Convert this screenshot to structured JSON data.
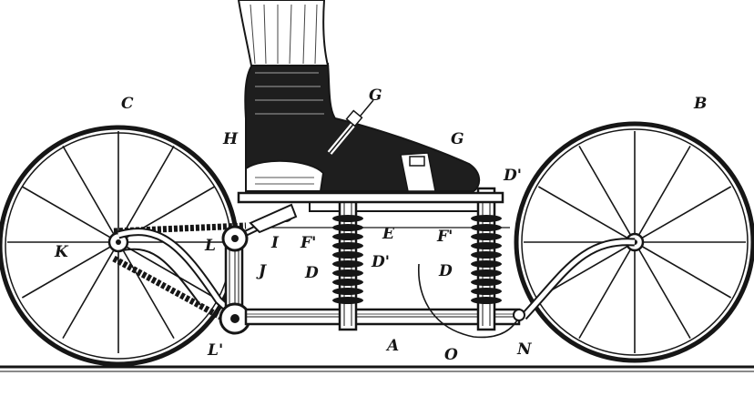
{
  "figure": {
    "labels": {
      "A": "A",
      "B": "B",
      "C": "C",
      "D_left": "D",
      "D_right": "D",
      "D_prime": "D'",
      "D_prime_top": "D'",
      "E": "E",
      "F_left": "F'",
      "F_right": "F'",
      "G_upper": "G",
      "G_lower": "G",
      "H": "H",
      "I": "I",
      "J": "J",
      "K": "K",
      "L": "L",
      "L_prime": "L'",
      "N": "N",
      "O": "O"
    },
    "colors": {
      "ink": "#161616",
      "paper": "#ffffff",
      "shoe": "#1e1e1e"
    },
    "spokes_per_wheel": 12
  }
}
